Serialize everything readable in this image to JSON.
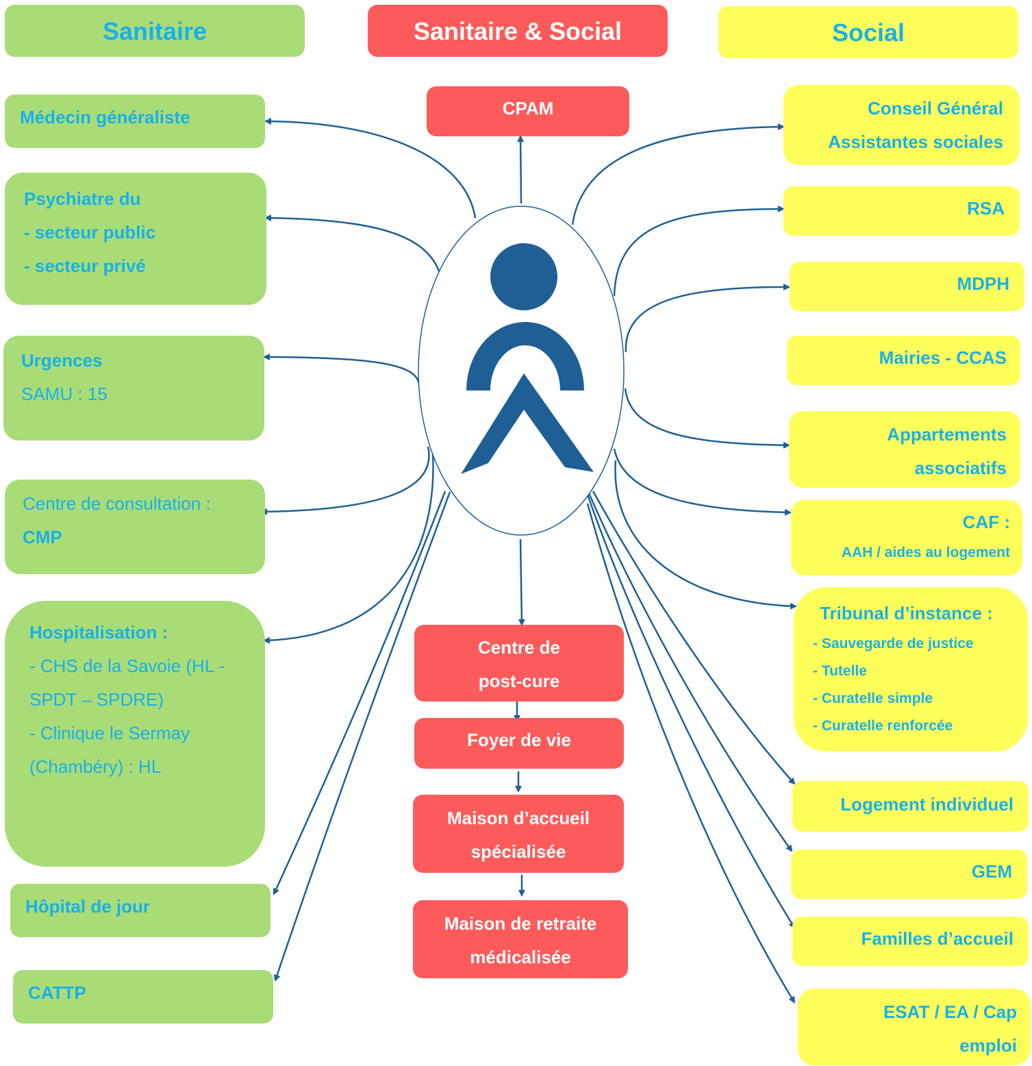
{
  "headers": {
    "sanitaire": "Sanitaire",
    "mixte": "Sanitaire & Social",
    "social": "Social"
  },
  "sanitaire": {
    "medecin": "Médecin généraliste",
    "psychiatre": [
      "Psychiatre du",
      "- secteur public",
      "- secteur privé"
    ],
    "urgences": [
      "Urgences",
      "SAMU : 15"
    ],
    "consultation": [
      "Centre de consultation :",
      "CMP"
    ],
    "hospitalisation": [
      "Hospitalisation :",
      "- CHS de la Savoie (HL -",
      "SPDT – SPDRE)",
      "- Clinique le Sermay",
      "(Chambéry) : HL"
    ],
    "hopital_jour": "Hôpital de jour",
    "cattp": "CATTP"
  },
  "mixte": {
    "cpam": "CPAM",
    "post_cure": [
      "Centre de",
      "post-cure"
    ],
    "foyer": "Foyer de vie",
    "mas": [
      "Maison d’accueil",
      "spécialisée"
    ],
    "retraite": [
      "Maison de retraite",
      "médicalisée"
    ]
  },
  "social": {
    "conseil": [
      "Conseil Général",
      "Assistantes sociales"
    ],
    "rsa": "RSA",
    "mdph": "MDPH",
    "mairies": "Mairies - CCAS",
    "appartements": [
      "Appartements",
      "associatifs"
    ],
    "caf": [
      "CAF :",
      "AAH / aides au logement"
    ],
    "tribunal": [
      "Tribunal d’instance :",
      "- Sauvegarde de justice",
      "- Tutelle",
      "- Curatelle simple",
      "- Curatelle renforcée"
    ],
    "logement": "Logement individuel",
    "gem": "GEM",
    "familles": "Familles d’accueil",
    "esat": [
      "ESAT / EA / Cap",
      "emploi"
    ]
  },
  "colors": {
    "green": "#a9dc76",
    "red": "#fd5b5b",
    "yellow": "#ffff5c",
    "text_blue": "#1ab0e8",
    "arrow": "#1f5f95",
    "person": "#1f5f95"
  },
  "icons": {
    "center": "person-icon"
  }
}
